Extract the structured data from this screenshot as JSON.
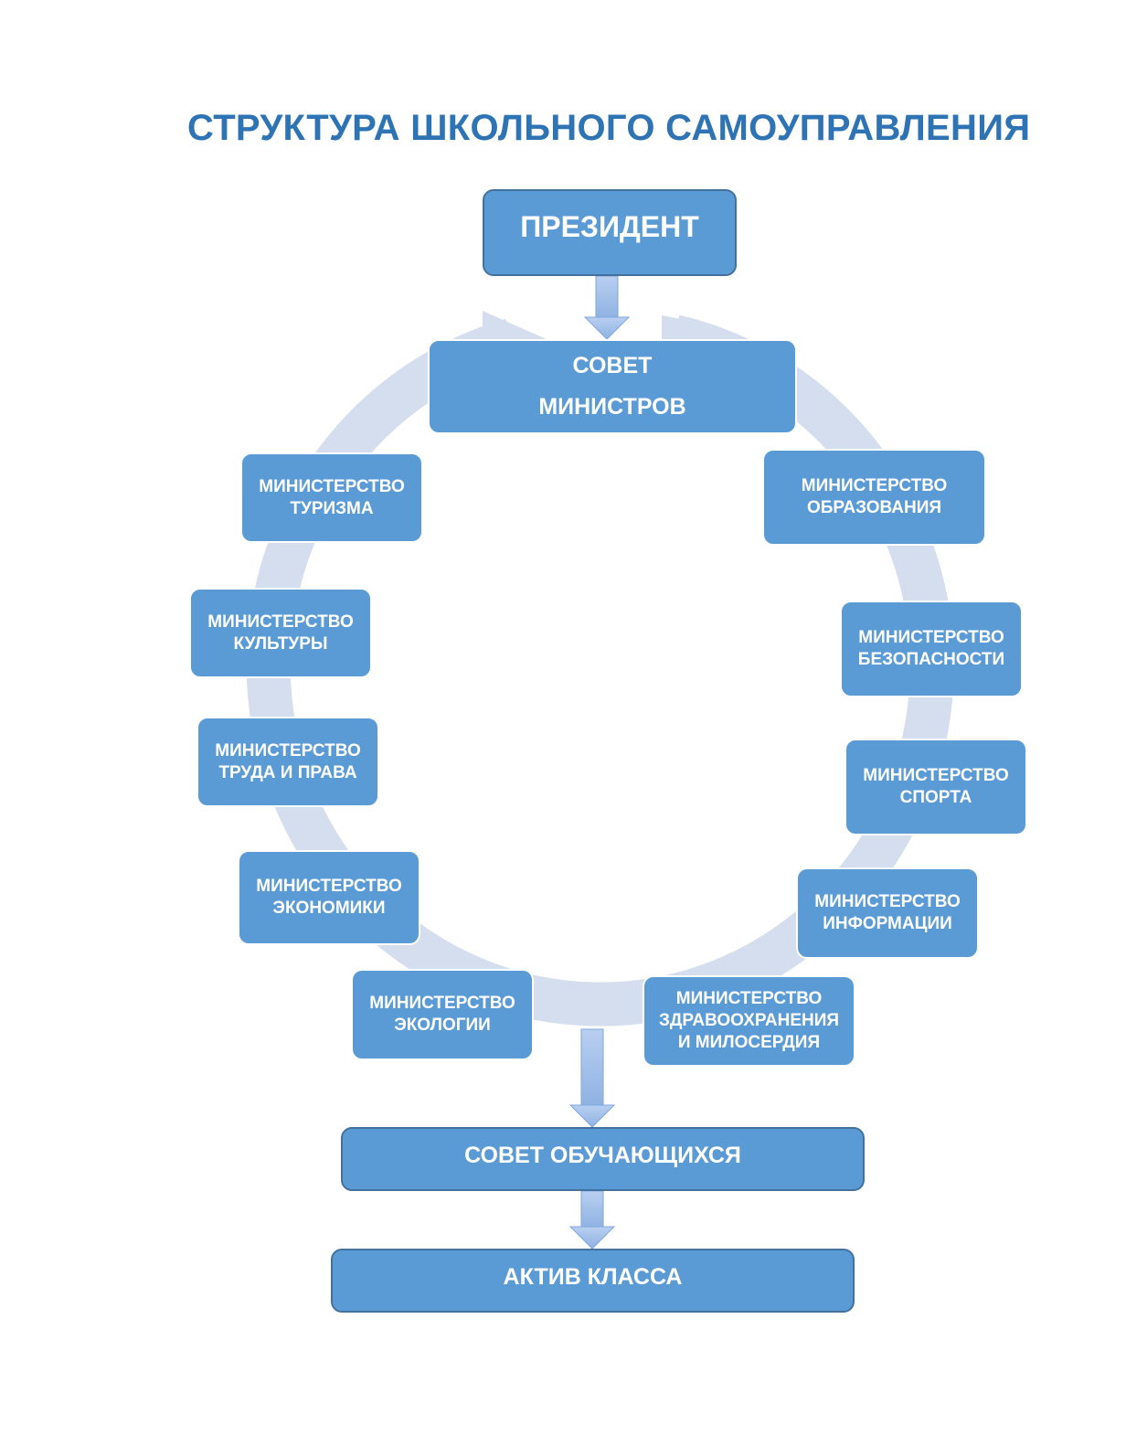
{
  "title": "СТРУКТУРА ШКОЛЬНОГО САМОУПРАВЛЕНИЯ",
  "colors": {
    "box_fill": "#5b9bd5",
    "box_border": "#41719c",
    "title": "#2e74b5",
    "cycle_ring": "#d5deee",
    "arrow_fill": "#a6c1e8"
  },
  "nodes": {
    "president": "ПРЕЗИДЕНТ",
    "council_of_ministers": "СОВЕТ\nМИНИСТРОВ",
    "students_council": "СОВЕТ ОБУЧАЮЩИХСЯ",
    "class_activists": "АКТИВ КЛАССА"
  },
  "ministries": {
    "tourism": "МИНИСТЕРСТВО\nТУРИЗМА",
    "culture": "МИНИСТЕРСТВО\nКУЛЬТУРЫ",
    "labor_law": "МИНИСТЕРСТВО\nТРУДА И ПРАВА",
    "economy": "МИНИСТЕРСТВО\nЭКОНОМИКИ",
    "ecology": "МИНИСТЕРСТВО\nЭКОЛОГИИ",
    "health_charity": "МИНИСТЕРСТВО\nЗДРАВООХРАНЕНИЯ\nИ МИЛОСЕРДИЯ",
    "information": "МИНИСТЕРСТВО\nИНФОРМАЦИИ",
    "sport": "МИНИСТЕРСТВО\nСПОРТА",
    "security": "МИНИСТЕРСТВО\nБЕЗОПАСНОСТИ",
    "education": "МИНИСТЕРСТВО\nОБРАЗОВАНИЯ"
  }
}
